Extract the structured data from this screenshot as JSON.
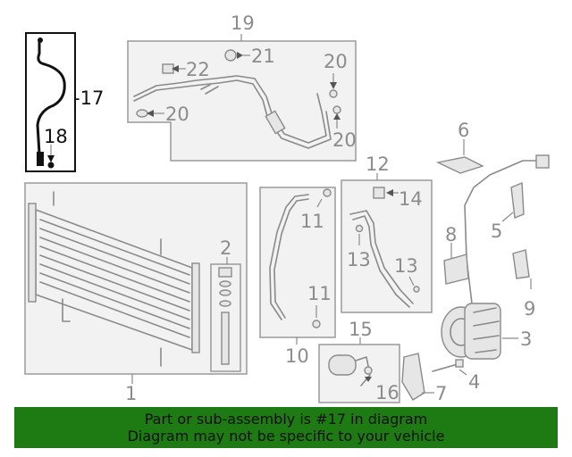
{
  "callouts": {
    "c1": "1",
    "c2": "2",
    "c3": "3",
    "c4": "4",
    "c5": "5",
    "c6": "6",
    "c7": "7",
    "c8": "8",
    "c9": "9",
    "c10": "10",
    "c11a": "11",
    "c11b": "11",
    "c12": "12",
    "c13a": "13",
    "c13b": "13",
    "c14": "14",
    "c15": "15",
    "c16": "16",
    "c17": "-17",
    "c18": "18",
    "c19": "19",
    "c20a": "20",
    "c20b": "20",
    "c20c": "20",
    "c21": "21",
    "c22": "22"
  },
  "banner": {
    "line1": "Part or sub-assembly is #17 in diagram",
    "line2": "Diagram may not be specific to your vehicle"
  },
  "colors": {
    "banner_bg": "#1e7a12",
    "highlight_part": "#111111",
    "callout_text": "#8c8c8c"
  }
}
